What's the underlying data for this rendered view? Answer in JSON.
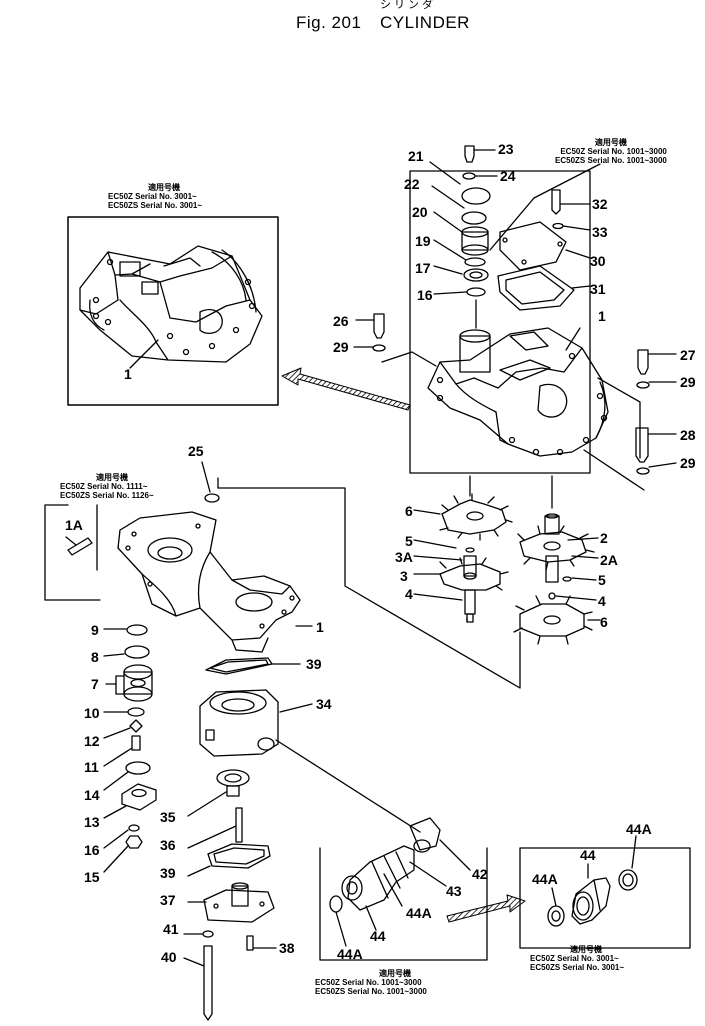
{
  "header": {
    "fig_label": "Fig. 201",
    "title_en": "CYLINDER",
    "title_jp": "シリンダ"
  },
  "notes": {
    "top_right": {
      "heading": "適用号機",
      "lines": [
        "EC50Z  Serial No. 1001~3000",
        "EC50ZS Serial No. 1001~3000"
      ]
    },
    "top_left_box": {
      "heading": "適用号機",
      "lines": [
        "EC50Z  Serial No. 3001~",
        "EC50ZS Serial No. 3001~"
      ]
    },
    "mid_left": {
      "heading": "適用号機",
      "lines": [
        "EC50Z  Serial No. 1111~",
        "EC50ZS Serial No. 1126~"
      ]
    },
    "bottom_center": {
      "heading": "適用号機",
      "lines": [
        "EC50Z  Serial No. 1001~3000",
        "EC50ZS Serial No. 1001~3000"
      ]
    },
    "bottom_right": {
      "heading": "適用号機",
      "lines": [
        "EC50Z  Serial No. 3001~",
        "EC50ZS Serial No. 3001~"
      ]
    }
  },
  "callouts": [
    "1",
    "1",
    "1",
    "1A",
    "2",
    "2A",
    "3",
    "3A",
    "4",
    "4",
    "5",
    "5",
    "6",
    "6",
    "7",
    "8",
    "9",
    "10",
    "11",
    "12",
    "13",
    "14",
    "15",
    "16",
    "16",
    "17",
    "19",
    "20",
    "21",
    "22",
    "23",
    "24",
    "25",
    "26",
    "27",
    "28",
    "29",
    "29",
    "29",
    "30",
    "31",
    "32",
    "33",
    "34",
    "35",
    "36",
    "37",
    "38",
    "39",
    "39",
    "40",
    "41",
    "42",
    "43",
    "44",
    "44",
    "44A",
    "44A",
    "44A",
    "44A"
  ]
}
